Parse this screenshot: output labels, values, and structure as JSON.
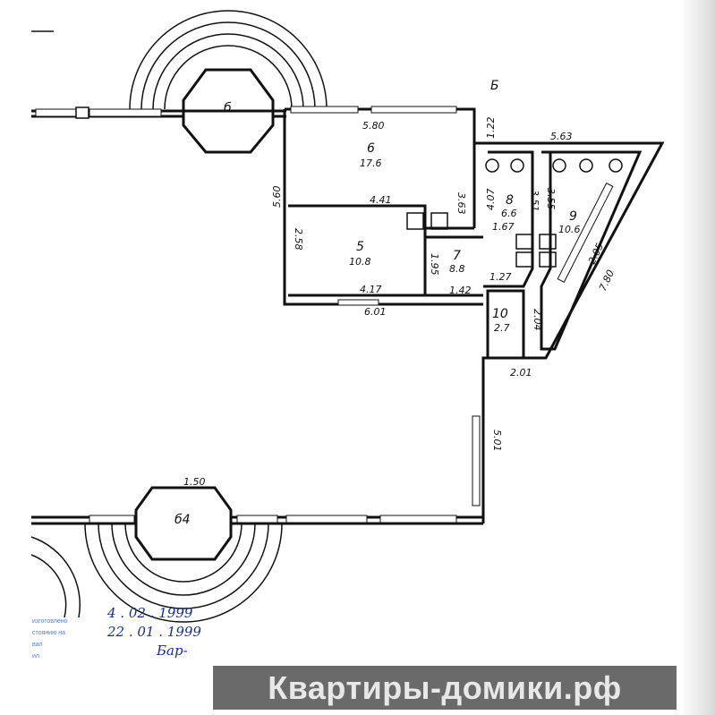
{
  "plan": {
    "section_mark": "Б",
    "bay_top": "б",
    "bay_bottom": "б4",
    "bay_bottom_dim": "1.50",
    "rooms": [
      {
        "num": "6",
        "area": "17.6"
      },
      {
        "num": "5",
        "area": "10.8"
      },
      {
        "num": "7",
        "area": "8.8"
      },
      {
        "num": "8",
        "area": "6.6"
      },
      {
        "num": "9",
        "area": "10.6"
      },
      {
        "num": "10",
        "area": "2.7"
      }
    ],
    "dims": [
      "5.80",
      "1.22",
      "5.63",
      "3.63",
      "5.60",
      "4.41",
      "2.58",
      "4.17",
      "6.01",
      "4.07",
      "3.51",
      "3.55",
      "1.67",
      "1.95",
      "1.42",
      "1.27",
      "2.05",
      "7.80",
      "2.04",
      "2.01",
      "5.01"
    ]
  },
  "stamp": {
    "lines": [
      "изготовлено",
      "стоянию на",
      "вал",
      "ил"
    ],
    "date1": "4 . 02 . 1999",
    "date2": "22 . 01 . 1999",
    "signature": "Бар-"
  },
  "watermark": "Квартиры-домики.рф"
}
